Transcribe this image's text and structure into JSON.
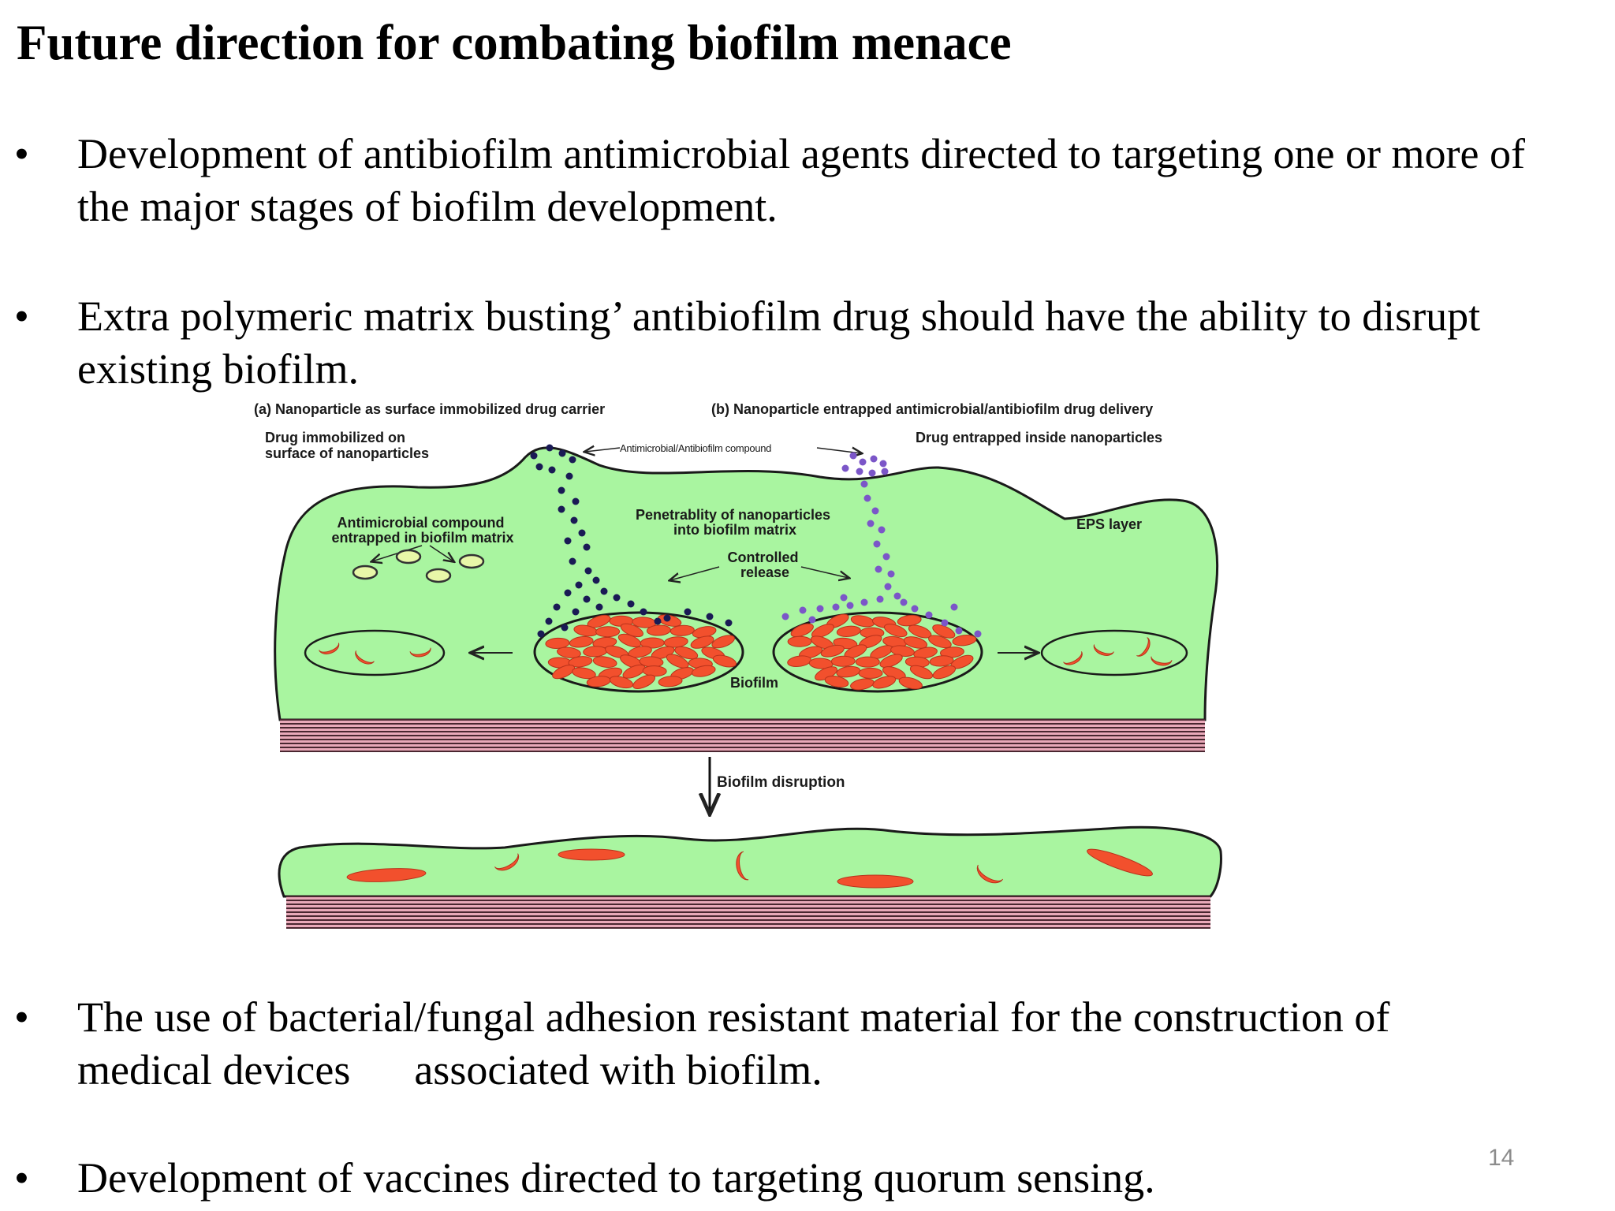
{
  "slide": {
    "title": "Future direction for combating biofilm menace",
    "page_number": "14",
    "bullets": [
      {
        "marker": "•",
        "lines": [
          "Development of antibiofilm antimicrobial agents directed to targeting one or more of",
          "the major stages of biofilm development."
        ]
      },
      {
        "marker": "•",
        "lines": [
          "Extra polymeric matrix busting’ antibiofilm drug should have the ability to disrupt",
          "existing biofilm."
        ]
      },
      {
        "marker": "•",
        "lines": [
          "The use of bacterial/fungal adhesion resistant material for the construction of",
          "medical devices      associated with biofilm."
        ]
      },
      {
        "marker": "•",
        "lines": [
          "Development of vaccines directed to targeting quorum sensing."
        ]
      }
    ]
  },
  "figure": {
    "heading_a": "(a) Nanoparticle as surface immobilized drug carrier",
    "heading_b": "(b) Nanoparticle entrapped antimicrobial/antibiofilm drug delivery",
    "drug_immobilized": [
      "Drug immobilized on",
      "surface of nanoparticles"
    ],
    "drug_entrapped": "Drug entrapped inside nanoparticles",
    "compound_label": "Antimicrobial/Antibiofilm compound",
    "antimicrobial_entrapped": [
      "Antimicrobial compound",
      "entrapped in biofilm matrix"
    ],
    "penetrability": [
      "Penetrablity of nanoparticles",
      "into biofilm matrix"
    ],
    "controlled_release": [
      "Controlled",
      "release"
    ],
    "eps_layer": "EPS layer",
    "biofilm": "Biofilm",
    "biofilm_disruption": "Biofilm disruption",
    "colors": {
      "matrix": "#a9f5a0",
      "cell": "#f2502d",
      "drug_dark": "#1a1a55",
      "drug_purple": "#7b56c8",
      "substrate_pink": "#e9a9b9",
      "substrate_dark": "#4a2630"
    }
  }
}
